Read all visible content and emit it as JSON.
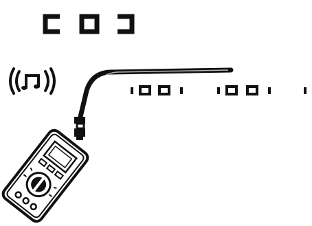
{
  "illustration": {
    "kind": "line-art diagram",
    "ink_color": "#111111",
    "background_color": "#ffffff",
    "icons": [
      "lcd-digit-c-icon",
      "lcd-digit-o-icon",
      "lcd-digit-reverse-c-icon",
      "tone-speaker-icon",
      "cable-icon",
      "cable-connector-icon",
      "multimeter-icon",
      "rotary-dial-icon"
    ],
    "lcd_digits": [
      "C",
      "O",
      "Ↄ"
    ],
    "signal_bits": [
      "1",
      "0",
      "0",
      "1",
      "1",
      "0",
      "0",
      "1",
      "1"
    ]
  }
}
